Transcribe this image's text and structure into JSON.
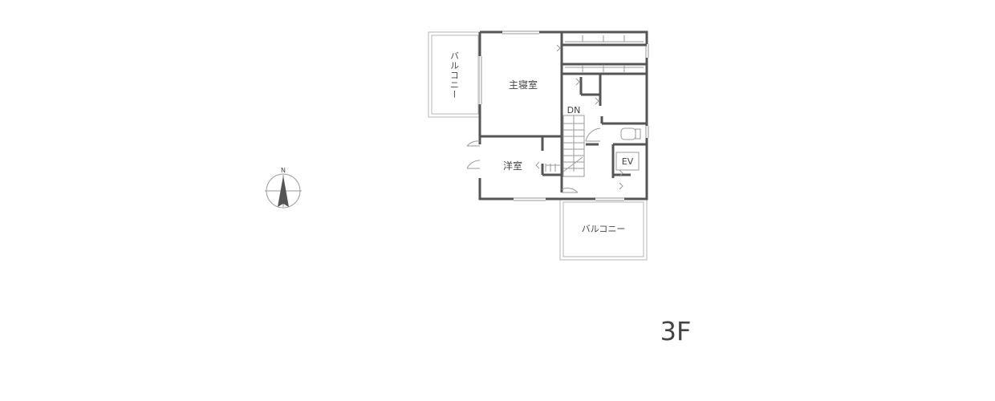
{
  "floor_plan": {
    "floor_label": "3F",
    "compass": {
      "north_label": "N"
    },
    "rooms": {
      "master_bedroom": "主寝室",
      "western_room": "洋室",
      "balcony_west": "バルコニー",
      "balcony_south": "バルコニー",
      "elevator": "EV"
    },
    "stair_label": "DN",
    "colors": {
      "wall": "#555555",
      "thin_line": "#9a9a9a",
      "text": "#444444"
    }
  }
}
